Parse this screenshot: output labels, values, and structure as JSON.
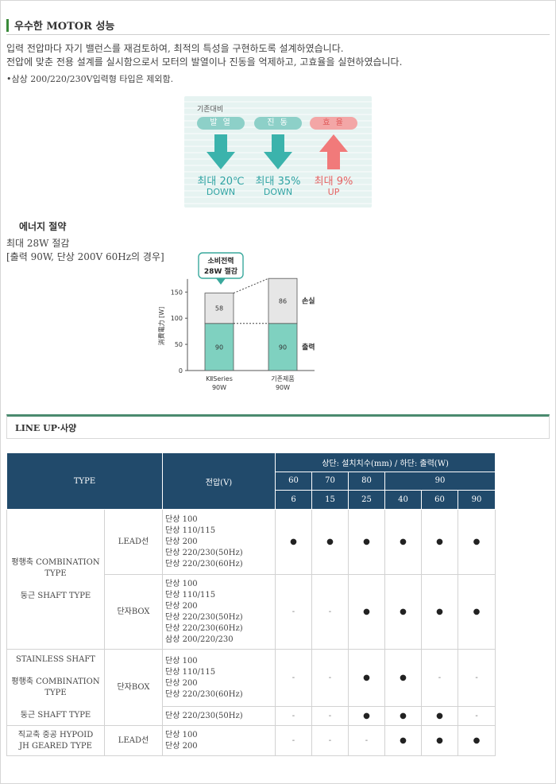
{
  "section_title": "우수한 MOTOR 성능",
  "intro": [
    "입력 전압마다 자기 밸런스를 재검토하여, 최적의 특성을 구현하도록 설계하였습니다.",
    "전압에 맞춘 전용 설계를 실시함으로서 모터의 발열이나 진동을 억제하고, 고효율을 실현하였습니다."
  ],
  "note": "•삼상 200/220/230V입력형 타입은 제외함.",
  "infographic": {
    "label": "기존대비",
    "items": [
      {
        "name": "발 열",
        "value": "최대 20℃",
        "direction": "DOWN",
        "color": "#3bb3ac"
      },
      {
        "name": "진 동",
        "value": "최대 35%",
        "direction": "DOWN",
        "color": "#3bb3ac"
      },
      {
        "name": "효 율",
        "value": "최대 9%",
        "direction": "UP",
        "color": "#e56262"
      }
    ]
  },
  "energy": {
    "heading": "에너지 절약",
    "line1": "최대 28W 절감",
    "line2": "[출력 90W, 단상 200V 60Hz의 경우]"
  },
  "chart_data": {
    "type": "bar",
    "stacked": true,
    "categories": [
      {
        "line1": "KⅡSeries",
        "line2": "90W"
      },
      {
        "line1": "기존제품",
        "line2": "90W"
      }
    ],
    "series": [
      {
        "name": "출력",
        "values": [
          90,
          90
        ],
        "color": "#7fd1c0"
      },
      {
        "name": "손실",
        "values": [
          58,
          86
        ],
        "color": "#e6e6e6"
      }
    ],
    "ylabel": "消費電力 [W]",
    "ylim": [
      0,
      175
    ],
    "yticks": [
      0,
      50,
      100,
      150
    ],
    "callout": {
      "line1": "소비전력",
      "line2": "28W 절감"
    }
  },
  "lineup_title": "LINE UP·사양",
  "table": {
    "type_header": "TYPE",
    "voltage_header": "전압(V)",
    "size_header": "상단: 설치치수(mm) / 하단: 출력(W)",
    "sizes": [
      "60",
      "70",
      "80",
      "90"
    ],
    "outputs": [
      "6",
      "15",
      "25",
      "40",
      "60",
      "90"
    ],
    "groups": [
      {
        "type_lines": [
          "평행축 COMBINATION",
          "TYPE",
          "",
          "둥근 SHAFT TYPE"
        ],
        "rows": [
          {
            "sub": "LEAD선",
            "volts": [
              "단상 100",
              "단상 110/115",
              "단상 200",
              "단상 220/230(50Hz)",
              "단상 220/230(60Hz)"
            ],
            "marks": [
              "●",
              "●",
              "●",
              "●",
              "●",
              "●"
            ]
          },
          {
            "sub": "단자BOX",
            "volts": [
              "단상 100",
              "단상 110/115",
              "단상 200",
              "단상 220/230(50Hz)",
              "단상 220/230(60Hz)",
              "삼상 200/220/230"
            ],
            "marks": [
              "-",
              "-",
              "●",
              "●",
              "●",
              "●"
            ]
          }
        ]
      },
      {
        "type_lines": [
          "STAINLESS SHAFT",
          "",
          "평행축 COMBINATION",
          "TYPE",
          "",
          "둥근 SHAFT TYPE"
        ],
        "sub": "단자BOX",
        "rows": [
          {
            "volts": [
              "단상 100",
              "단상 110/115",
              "단상 200",
              "단상 220/230(60Hz)"
            ],
            "marks": [
              "-",
              "-",
              "●",
              "●",
              "-",
              "-"
            ]
          },
          {
            "volts": [
              "단상 220/230(50Hz)"
            ],
            "marks": [
              "-",
              "-",
              "●",
              "●",
              "●",
              "-"
            ]
          }
        ]
      },
      {
        "type_lines": [
          "직교축 중공 HYPOID",
          "JH GEARED TYPE"
        ],
        "rows": [
          {
            "sub": "LEAD선",
            "volts": [
              "단상 100",
              "단상 200"
            ],
            "marks": [
              "-",
              "-",
              "-",
              "●",
              "●",
              "●"
            ]
          }
        ]
      }
    ]
  }
}
